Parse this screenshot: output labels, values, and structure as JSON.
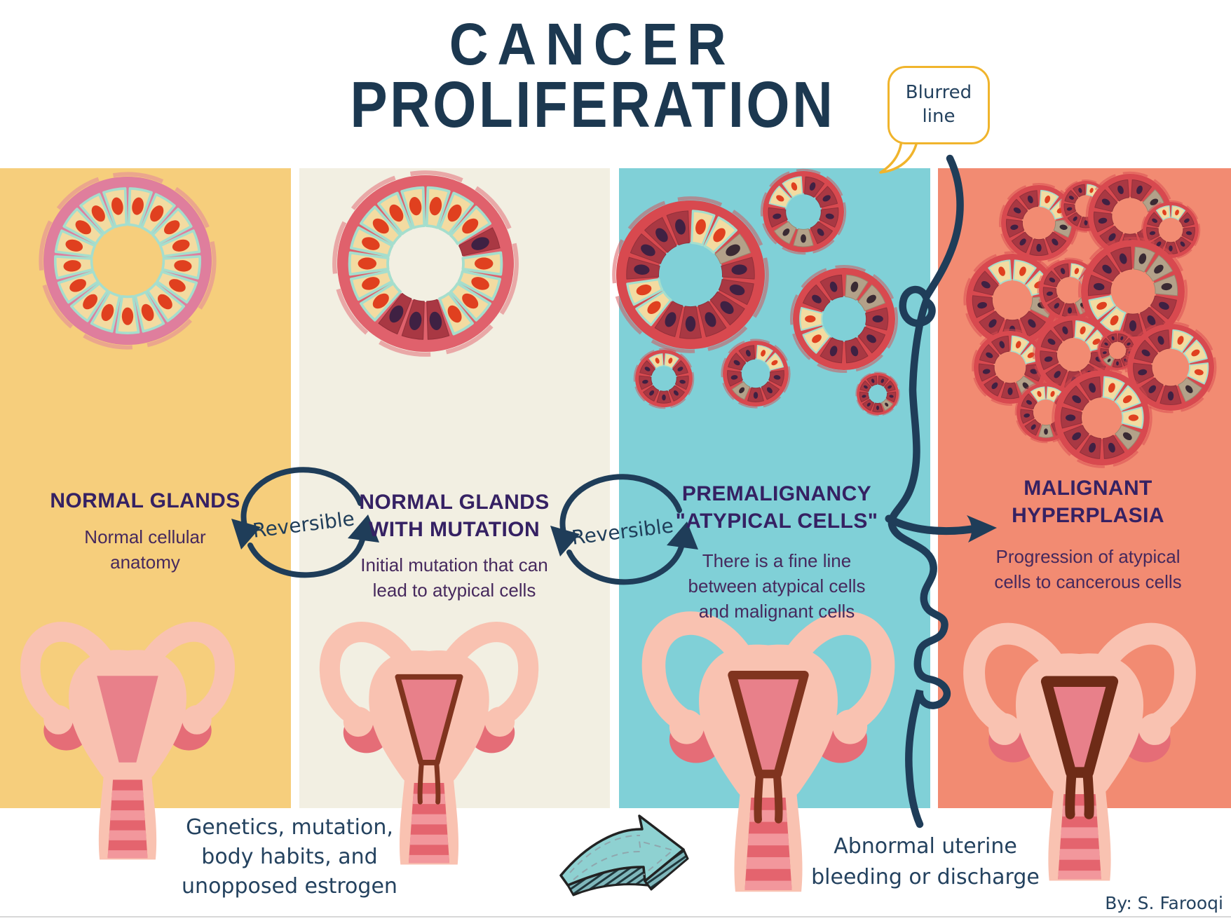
{
  "title": {
    "line1": "CANCER",
    "line2": "PROLIFERATION"
  },
  "speech_bubble": {
    "line1": "Blurred",
    "line2": "line"
  },
  "stages": [
    {
      "heading_lines": [
        "NORMAL GLANDS"
      ],
      "description_lines": [
        "Normal cellular",
        "anatomy"
      ],
      "panel_color": "#F6CE7C",
      "illustration": "normal-gland",
      "uterus": "normal-uterus"
    },
    {
      "heading_lines": [
        "NORMAL GLANDS",
        "WITH MUTATION"
      ],
      "description_lines": [
        "Initial mutation that can",
        "lead to atypical cells"
      ],
      "panel_color": "#F2EFE2",
      "illustration": "gland-with-mutation",
      "uterus": "uterus-thin-lining"
    },
    {
      "heading_lines": [
        "PREMALIGNANCY",
        "\"ATYPICAL CELLS\""
      ],
      "description_lines": [
        "There is a fine line",
        "between atypical cells",
        "and malignant cells"
      ],
      "panel_color": "#80D0D7",
      "illustration": "atypical-gland-cluster",
      "uterus": "uterus-thick-lining"
    },
    {
      "heading_lines": [
        "MALIGNANT",
        "HYPERPLASIA"
      ],
      "description_lines": [
        "Progression of atypical",
        "cells to cancerous cells"
      ],
      "panel_color": "#F28B72",
      "illustration": "malignant-gland-cluster",
      "uterus": "uterus-malignant-lining"
    }
  ],
  "connectors": {
    "reversible_1": "Reversible",
    "reversible_2": "Reversible",
    "blurred_line": "wavy-line-between-premalignancy-and-malignant",
    "arrow_to_malignant": "arrow-icon",
    "progression_arrow": "big-teal-arrow-icon"
  },
  "bottom_notes": {
    "causes_lines": [
      "Genetics, mutation,",
      "body habits,  and",
      "unopposed estrogen"
    ],
    "symptom_lines": [
      "Abnormal uterine",
      "bleeding or discharge"
    ],
    "credit": "By:  S. Farooqi"
  },
  "colors": {
    "navy": "#1F3D59",
    "title_navy": "#1C3850",
    "heading_purple": "#352163",
    "description_purple": "#46295D",
    "handwriting_navy": "#24425F",
    "bubble_gold": "#F0B42C",
    "panel_yellow": "#F6CE7C",
    "panel_cream": "#F2EFE2",
    "panel_teal": "#80D0D7",
    "panel_salmon": "#F28B72",
    "gland_ring_pink": "#DF7E9D",
    "gland_ring_red": "#D8494F",
    "cell_cream": "#F3DBA1",
    "cell_dark_red": "#A93843",
    "cell_tan": "#B3A189",
    "nucleus_red": "#E0401F",
    "nucleus_dark": "#3F2143",
    "uterus_pink": "#F9C2B1",
    "uterus_rose": "#E56D77",
    "lining_brown": "#80341F",
    "teal_arrow_fill": "#8ED1D1"
  }
}
